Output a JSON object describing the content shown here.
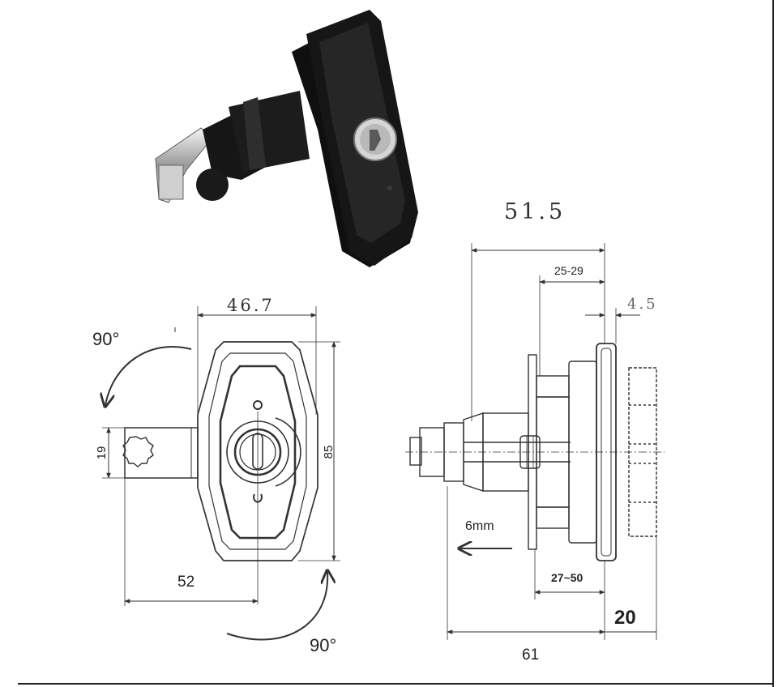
{
  "labels": {
    "dim_51_5": "51.5",
    "dim_25_29": "25-29",
    "dim_4_5": "4.5",
    "dim_46_7": "46.7",
    "angle_top": "90°",
    "angle_bottom": "90°",
    "dim_19": "19",
    "dim_85": "85",
    "dim_52": "52",
    "dim_6mm": "6mm",
    "dim_27_50": "27~50",
    "dim_61": "61",
    "dim_20": "20"
  }
}
